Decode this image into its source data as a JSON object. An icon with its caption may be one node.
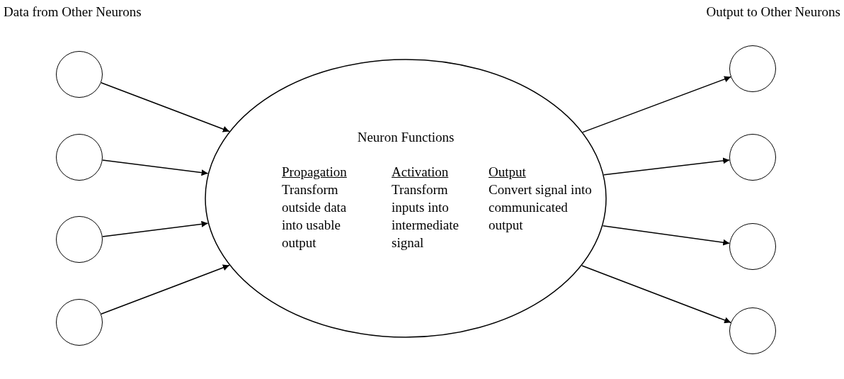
{
  "diagram": {
    "nodes": [
      {
        "text": [],
        "shape": "circle"
      },
      {
        "text": [],
        "shape": "circle"
      },
      {
        "text": [],
        "shape": "circle"
      },
      {
        "text": [],
        "shape": "circle"
      },
      {
        "text": [
          "Neuron Functions",
          "Propagation",
          "Transform outside data into usable output",
          "Activation",
          "Transform inputs into intermediate signal",
          "Output",
          "Convert signal into communicated output"
        ]
      },
      {
        "text": [],
        "shape": "circle"
      },
      {
        "text": [],
        "shape": "circle"
      },
      {
        "text": [],
        "shape": "circle"
      },
      {
        "text": [],
        "shape": "circle"
      }
    ],
    "edges": [
      {
        "from": 0,
        "to": 4,
        "arrow": "to"
      },
      {
        "from": 1,
        "to": 4,
        "arrow": "to"
      },
      {
        "from": 2,
        "to": 4,
        "arrow": "to"
      },
      {
        "from": 3,
        "to": 4,
        "arrow": "to"
      },
      {
        "from": 4,
        "to": 5,
        "arrow": "to"
      },
      {
        "from": 4,
        "to": 6,
        "arrow": "to"
      },
      {
        "from": 4,
        "to": 7,
        "arrow": "to"
      },
      {
        "from": 4,
        "to": 8,
        "arrow": "to"
      }
    ],
    "labels": [
      "Data from Other Neurons",
      "Output to Other Neurons"
    ]
  }
}
